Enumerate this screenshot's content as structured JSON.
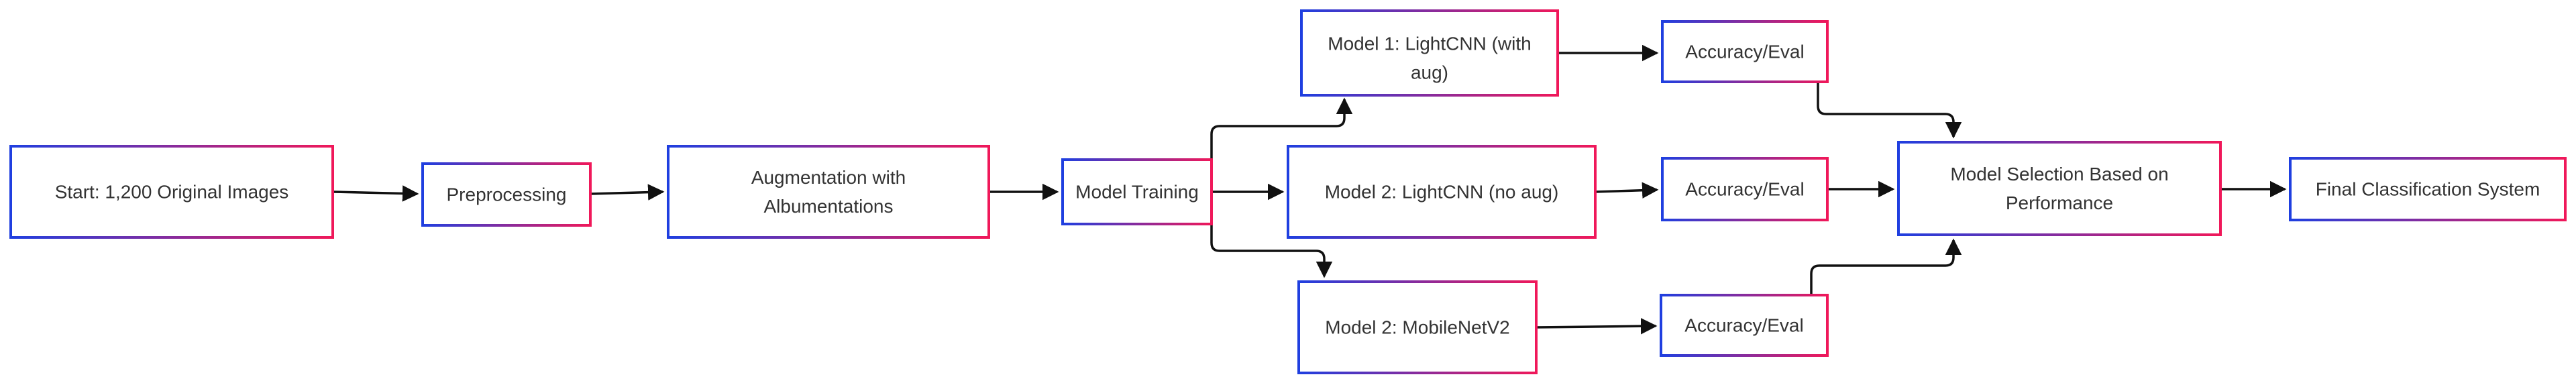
{
  "diagram": {
    "colors": {
      "gradient_start": "#1f3fe0",
      "gradient_end": "#f0185a",
      "edge": "#111111",
      "text": "#333333"
    },
    "nodes": [
      {
        "id": "start",
        "lines": [
          "Start: 1,200 Original Images"
        ]
      },
      {
        "id": "preprocess",
        "lines": [
          "Preprocessing"
        ]
      },
      {
        "id": "augment",
        "lines": [
          "Augmentation with",
          "Albumentations"
        ]
      },
      {
        "id": "training",
        "lines": [
          "Model Training"
        ]
      },
      {
        "id": "model1",
        "lines": [
          "Model 1: LightCNN (with",
          "aug)"
        ]
      },
      {
        "id": "model2a",
        "lines": [
          "Model 2: LightCNN (no aug)"
        ]
      },
      {
        "id": "model2b",
        "lines": [
          "Model 2: MobileNetV2"
        ]
      },
      {
        "id": "eval1",
        "lines": [
          "Accuracy/Eval"
        ]
      },
      {
        "id": "eval2",
        "lines": [
          "Accuracy/Eval"
        ]
      },
      {
        "id": "eval3",
        "lines": [
          "Accuracy/Eval"
        ]
      },
      {
        "id": "selection",
        "lines": [
          "Model Selection Based on",
          "Performance"
        ]
      },
      {
        "id": "final",
        "lines": [
          "Final Classification System"
        ]
      }
    ],
    "edges": [
      {
        "from": "start",
        "to": "preprocess"
      },
      {
        "from": "preprocess",
        "to": "augment"
      },
      {
        "from": "augment",
        "to": "training"
      },
      {
        "from": "training",
        "to": "model1"
      },
      {
        "from": "training",
        "to": "model2a"
      },
      {
        "from": "training",
        "to": "model2b"
      },
      {
        "from": "model1",
        "to": "eval1"
      },
      {
        "from": "model2a",
        "to": "eval2"
      },
      {
        "from": "model2b",
        "to": "eval3"
      },
      {
        "from": "eval1",
        "to": "selection"
      },
      {
        "from": "eval2",
        "to": "selection"
      },
      {
        "from": "eval3",
        "to": "selection"
      },
      {
        "from": "selection",
        "to": "final"
      }
    ]
  }
}
